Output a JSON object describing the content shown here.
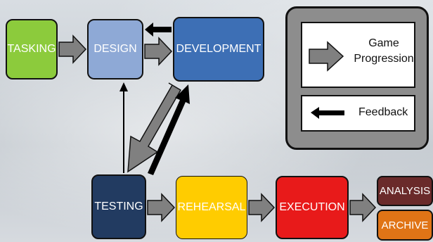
{
  "stages": {
    "tasking": "TASKING",
    "design": "DESIGN",
    "development": "DEVELOPMENT",
    "testing": "TESTING",
    "rehearsal": "REHEARSAL",
    "execution": "EXECUTION",
    "analysis": "ANALYSIS",
    "archive": "ARCHIVE"
  },
  "legend": {
    "progression_line1": "Game",
    "progression_line2": "Progression",
    "feedback": "Feedback"
  },
  "colors": {
    "tasking": "#8ccb3c",
    "design": "#8ea9d6",
    "development": "#3d6fb5",
    "testing": "#223b61",
    "rehearsal": "#ffcc00",
    "execution": "#e81a1a",
    "analysis": "#6a2a2a",
    "archive": "#e07416",
    "progression_arrow": "#808080",
    "feedback_arrow": "#000000"
  },
  "icons": {
    "progression": "gray-block-arrow-icon",
    "feedback": "black-arrow-icon"
  }
}
